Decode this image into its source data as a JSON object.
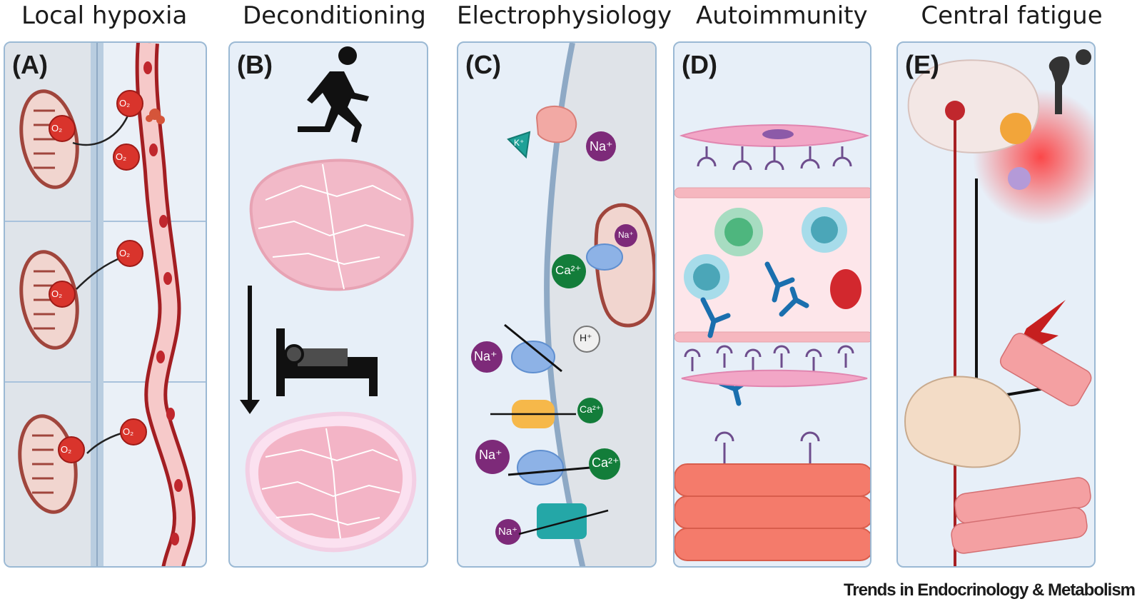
{
  "titles": {
    "a": "Local hypoxia",
    "b": "Deconditioning",
    "c": "Electrophysiology",
    "d": "Autoimmunity",
    "e": "Central fatigue"
  },
  "letters": {
    "a": "(A)",
    "b": "(B)",
    "c": "(C)",
    "d": "(D)",
    "e": "(E)"
  },
  "ions": {
    "o2": "O₂",
    "k": "K⁺",
    "na": "Na⁺",
    "ca": "Ca²⁺",
    "h": "H⁺"
  },
  "footer": "Trends in Endocrinology & Metabolism"
}
